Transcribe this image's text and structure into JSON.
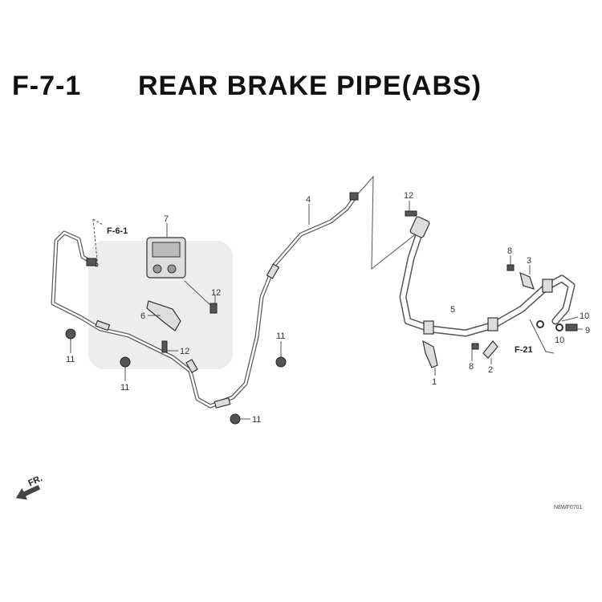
{
  "header": {
    "figure_number": "F-7-1",
    "title": "REAR BRAKE PIPE(ABS)"
  },
  "references": {
    "f61": "F-6-1",
    "f21": "F-21"
  },
  "callouts": {
    "c7": "7",
    "c12a": "12",
    "c6": "6",
    "c12b": "12",
    "c11a": "11",
    "c11b": "11",
    "c11c": "11",
    "c11d": "11",
    "c4": "4",
    "c12c": "12",
    "c8a": "8",
    "c3": "3",
    "c5": "5",
    "c10a": "10",
    "c9": "9",
    "c10b": "10",
    "c8b": "8",
    "c2": "2",
    "c1": "1"
  },
  "direction": {
    "label": "FR."
  },
  "diagram_code": "N8WF0701"
}
